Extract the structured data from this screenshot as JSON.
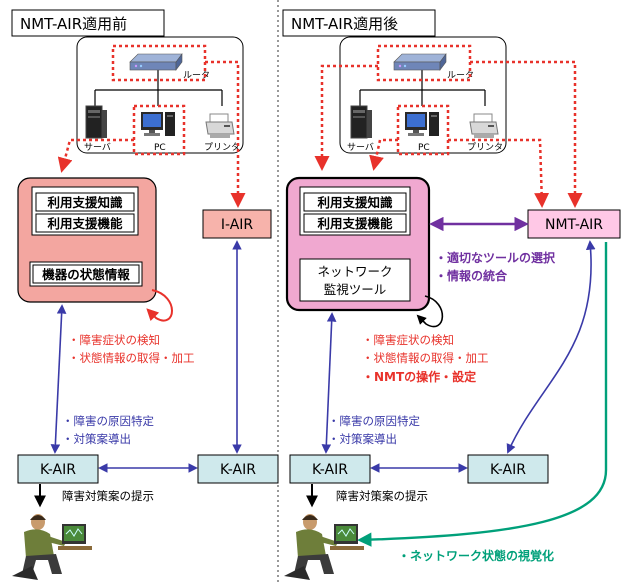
{
  "left": {
    "title": "NMT-AIR適用前",
    "devices": {
      "router": "ルータ",
      "server": "サーバ",
      "pc": "PC",
      "printer": "プリンタ"
    },
    "agent_box": {
      "knowledge": "利用支援知識",
      "function": "利用支援機能",
      "state": "機器の状態情報"
    },
    "i_air": "I-AIR",
    "annotations": {
      "line1": "・障害症状の検知",
      "line2": "・状態情報の取得・加工"
    },
    "cause": {
      "line1": "・障害の原因特定",
      "line2": "・対策案導出"
    },
    "kair_left": "K-AIR",
    "kair_right": "K-AIR",
    "present": "障害対策案の提示"
  },
  "right": {
    "title": "NMT-AIR適用後",
    "devices": {
      "router": "ルータ",
      "server": "サーバ",
      "pc": "PC",
      "printer": "プリンタ"
    },
    "agent_box": {
      "knowledge": "利用支援知識",
      "function": "利用支援機能",
      "tool_line1": "ネットワーク",
      "tool_line2": "監視ツール"
    },
    "nmt_air": "NMT-AIR",
    "nmt_notes": {
      "line1": "・適切なツールの選択",
      "line2": "・情報の統合"
    },
    "annotations": {
      "line1": "・障害症状の検知",
      "line2": "・状態情報の取得・加工",
      "line3": "・NMTの操作・設定"
    },
    "cause": {
      "line1": "・障害の原因特定",
      "line2": "・対策案導出"
    },
    "kair_left": "K-AIR",
    "kair_right": "K-AIR",
    "present": "障害対策案の提示",
    "visual": "・ネットワーク状態の視覚化"
  },
  "colors": {
    "red": "#e8322b",
    "purple": "#7030a0",
    "blue": "#3a3aa8",
    "green": "#00a07a",
    "agent_fill_left": "#f3a6a0",
    "agent_fill_right": "#f0a8d0",
    "kair_fill": "#cfe9ec",
    "nmt_fill": "#ffc8e6",
    "iair_fill": "#f7b3ab"
  }
}
